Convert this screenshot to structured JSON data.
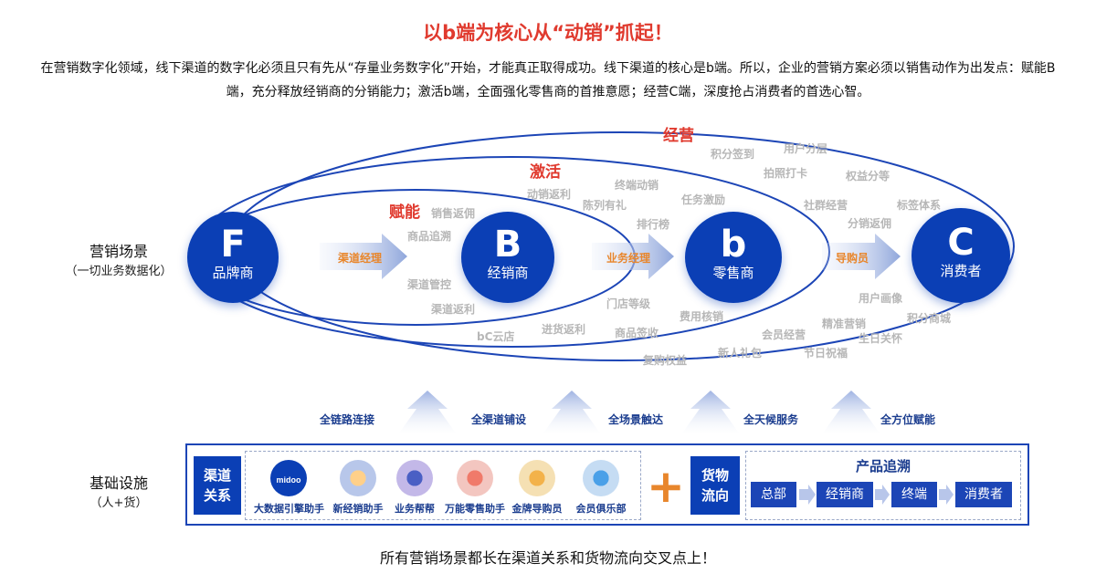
{
  "title": "以b端为核心从“动销”抓起！",
  "intro": "在营销数字化领域，线下渠道的数字化必须且只有先从“存量业务数字化”开始，才能真正取得成功。线下渠道的核心是b端。所以，企业的营销方案必须以销售动作为出发点：赋能B端，充分释放经销商的分销能力；激活b端，全面强化零售商的首推意愿；经营C端，深度抢占消费者的首选心智。",
  "left_labels": {
    "scene": "营销场景",
    "scene_sub": "（一切业务数据化）",
    "infra": "基础设施",
    "infra_sub": "（人+货）"
  },
  "rings": {
    "empower": "赋能",
    "activate": "激活",
    "operate": "经营"
  },
  "nodes": [
    {
      "letter": "F",
      "label": "品牌商"
    },
    {
      "letter": "B",
      "label": "经销商"
    },
    {
      "letter": "b",
      "label": "零售商"
    },
    {
      "letter": "C",
      "label": "消费者"
    }
  ],
  "flows": [
    "渠道经理",
    "业务经理",
    "导购员"
  ],
  "tags": {
    "empower": [
      "销售返佣",
      "商品追溯",
      "渠道管控",
      "渠道返利"
    ],
    "activate": [
      "动销返利",
      "终端动销",
      "陈列有礼",
      "任务激励",
      "排行榜",
      "门店等级",
      "商品签收",
      "费用核销",
      "进货返利",
      "bC云店",
      "复购权益"
    ],
    "operate": [
      "积分签到",
      "用户分层",
      "拍照打卡",
      "权益分等",
      "社群经营",
      "标签体系",
      "分销返佣",
      "用户画像",
      "精准营销",
      "积分商城",
      "会员经营",
      "生日关怀",
      "新人礼包",
      "节日祝福"
    ]
  },
  "up_labels": [
    "全链路连接",
    "全渠道铺设",
    "全场景触达",
    "全天候服务",
    "全方位赋能"
  ],
  "infra": {
    "channel_title": "渠道关系",
    "apps": [
      {
        "name": "大数据引擎助手",
        "logo": "midoo"
      },
      {
        "name": "新经销助手"
      },
      {
        "name": "业务帮帮"
      },
      {
        "name": "万能零售助手"
      },
      {
        "name": "金牌导购员"
      },
      {
        "name": "会员俱乐部"
      }
    ],
    "goods_title": "货物流向",
    "trace_title": "产品追溯",
    "steps": [
      "总部",
      "经销商",
      "终端",
      "消费者"
    ]
  },
  "footer": "所有营销场景都长在渠道关系和货物流向交叉点上！",
  "colors": {
    "brand_blue": "#0b3fb5",
    "accent_red": "#e03a2e",
    "accent_orange": "#e8862c",
    "tag_gray": "#b7b7b7"
  }
}
